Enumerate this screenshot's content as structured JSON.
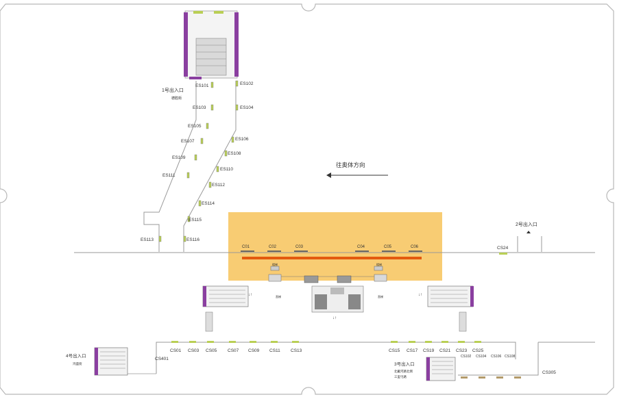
{
  "exits": {
    "exit1": {
      "title": "1号出入口",
      "sub": "德胜街"
    },
    "exit2": {
      "title": "2号出入口"
    },
    "exit4": {
      "title": "4号出入口",
      "sub": "鸿盛街"
    },
    "exit3": {
      "title": "3号出入口",
      "sub": "北戴河路北侧",
      "sub2": "三里屯路"
    }
  },
  "direction_label": "往奥体方向",
  "north_ad_codes_left": [
    "ES101",
    "ES103",
    "ES105",
    "ES107",
    "ES109",
    "ES111",
    "ES113",
    "ES115",
    "ES113"
  ],
  "north_ad_codes_right": [
    "ES102",
    "ES104",
    "ES106",
    "ES108",
    "ES110",
    "ES112",
    "ES114",
    "ES116"
  ],
  "platform_ad_codes": [
    "C01",
    "C02",
    "C03",
    "C04",
    "C05",
    "C06"
  ],
  "platform_right_code": "CS24",
  "platform_small_labels": [
    "楼梯",
    "楼梯",
    "直梯",
    "直梯"
  ],
  "stair_labels": [
    "↓↑",
    "↓↑",
    "↓↑"
  ],
  "bottom_left_codes": [
    "CS01",
    "CS03",
    "CS05",
    "CS07",
    "CS09",
    "CS11",
    "CS13"
  ],
  "bottom_right_codes": [
    "CS15",
    "CS17",
    "CS19",
    "CS21",
    "CS23",
    "CS25"
  ],
  "bottom_right_codes_row2": [
    "CS102",
    "CS104",
    "CS106",
    "CS108"
  ],
  "side_codes": {
    "left": "CS401",
    "right": "CS305"
  },
  "colors": {
    "highlight": "#f7b733",
    "track": "#e35a0f",
    "purple": "#8a3fa0",
    "ad": "#b9cf55"
  }
}
